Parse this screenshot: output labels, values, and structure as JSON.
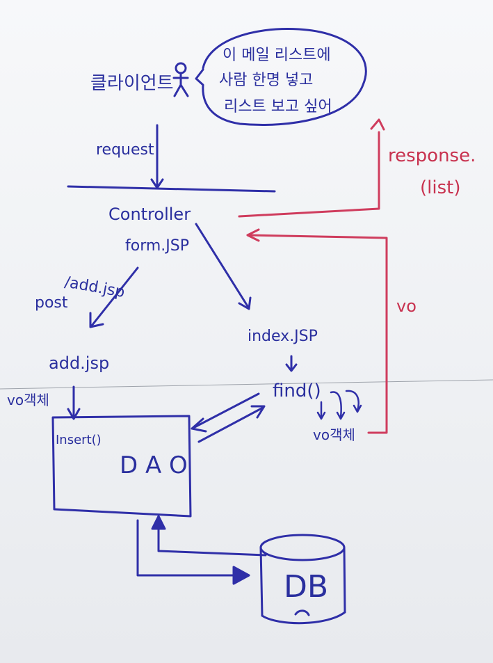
{
  "diagram": {
    "client_label": "클라이언트",
    "speech_bubble": {
      "line1": "이 메일 리스트에",
      "line2": "사람 한명 넣고",
      "line3": "리스트 보고 싶어"
    },
    "request_label": "request",
    "response_label": "response.",
    "response_sub": "(list)",
    "controller_label": "Controller",
    "form_label": "form.JSP",
    "add_path_label": "/add.jsp",
    "post_label": "post",
    "index_label": "index.JSP",
    "add_jsp_label": "add.jsp",
    "vo_object_left": "vo객체",
    "find_label": "find()",
    "vo_object_right": "vo객체",
    "vo_label": "vo",
    "insert_label": "Insert()",
    "dao_label": "D A O",
    "db_label": "DB",
    "colors": {
      "blue_marker": "#2f2fa8",
      "red_marker": "#cf3c5d",
      "board": "#f4f5f7"
    }
  }
}
